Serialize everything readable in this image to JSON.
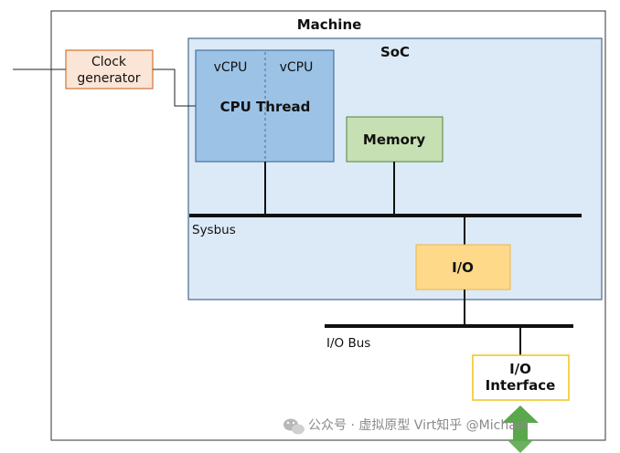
{
  "diagram": {
    "machine": {
      "label": "Machine"
    },
    "soc": {
      "label": "SoC"
    },
    "clock_generator": {
      "line1": "Clock",
      "line2": "generator"
    },
    "cpu_thread": {
      "label": "CPU Thread",
      "vcpu_left": "vCPU",
      "vcpu_right": "vCPU"
    },
    "memory": {
      "label": "Memory"
    },
    "sysbus": {
      "label": "Sysbus"
    },
    "io": {
      "label": "I/O"
    },
    "io_bus": {
      "label": "I/O Bus"
    },
    "io_interface": {
      "line1": "I/O",
      "line2": "Interface"
    },
    "watermark": {
      "text": "公众号 · 虚拟原型 Virt知乎 @Michael"
    }
  },
  "colors": {
    "soc_fill": "#dce9f6",
    "soc_border": "#4a6b8c",
    "cpu_fill": "#9cc3e6",
    "cpu_border": "#2f5f8f",
    "memory_fill": "#c6e0b4",
    "memory_border": "#548235",
    "clock_fill": "#fbe5d6",
    "clock_border": "#c55a11",
    "io_fill": "#ffd98a",
    "io_border": "#e8b84a",
    "io_interface_fill": "#ffffff",
    "io_interface_border": "#f0c419",
    "arrow_green": "#5aa84c"
  }
}
